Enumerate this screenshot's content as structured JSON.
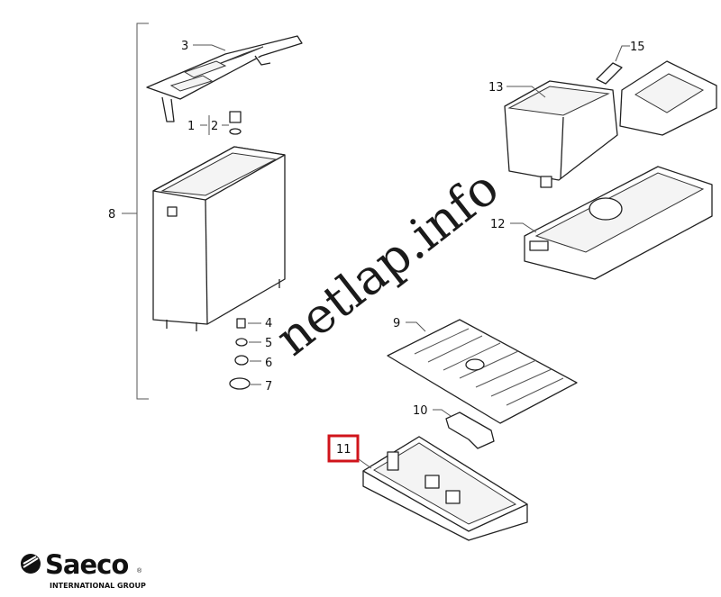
{
  "diagram": {
    "labels": {
      "p1": "1",
      "p2": "2",
      "p3": "3",
      "p4": "4",
      "p5": "5",
      "p6": "6",
      "p7": "7",
      "p8": "8",
      "p9": "9",
      "p10": "10",
      "p11": "11",
      "p12": "12",
      "p13": "13",
      "p15": "15"
    },
    "highlighted_part": "11",
    "highlight_color": "#d0141b"
  },
  "watermark": "netlap.info",
  "logo": {
    "brand": "Saeco",
    "registered": "®",
    "tagline": "INTERNATIONAL GROUP"
  }
}
